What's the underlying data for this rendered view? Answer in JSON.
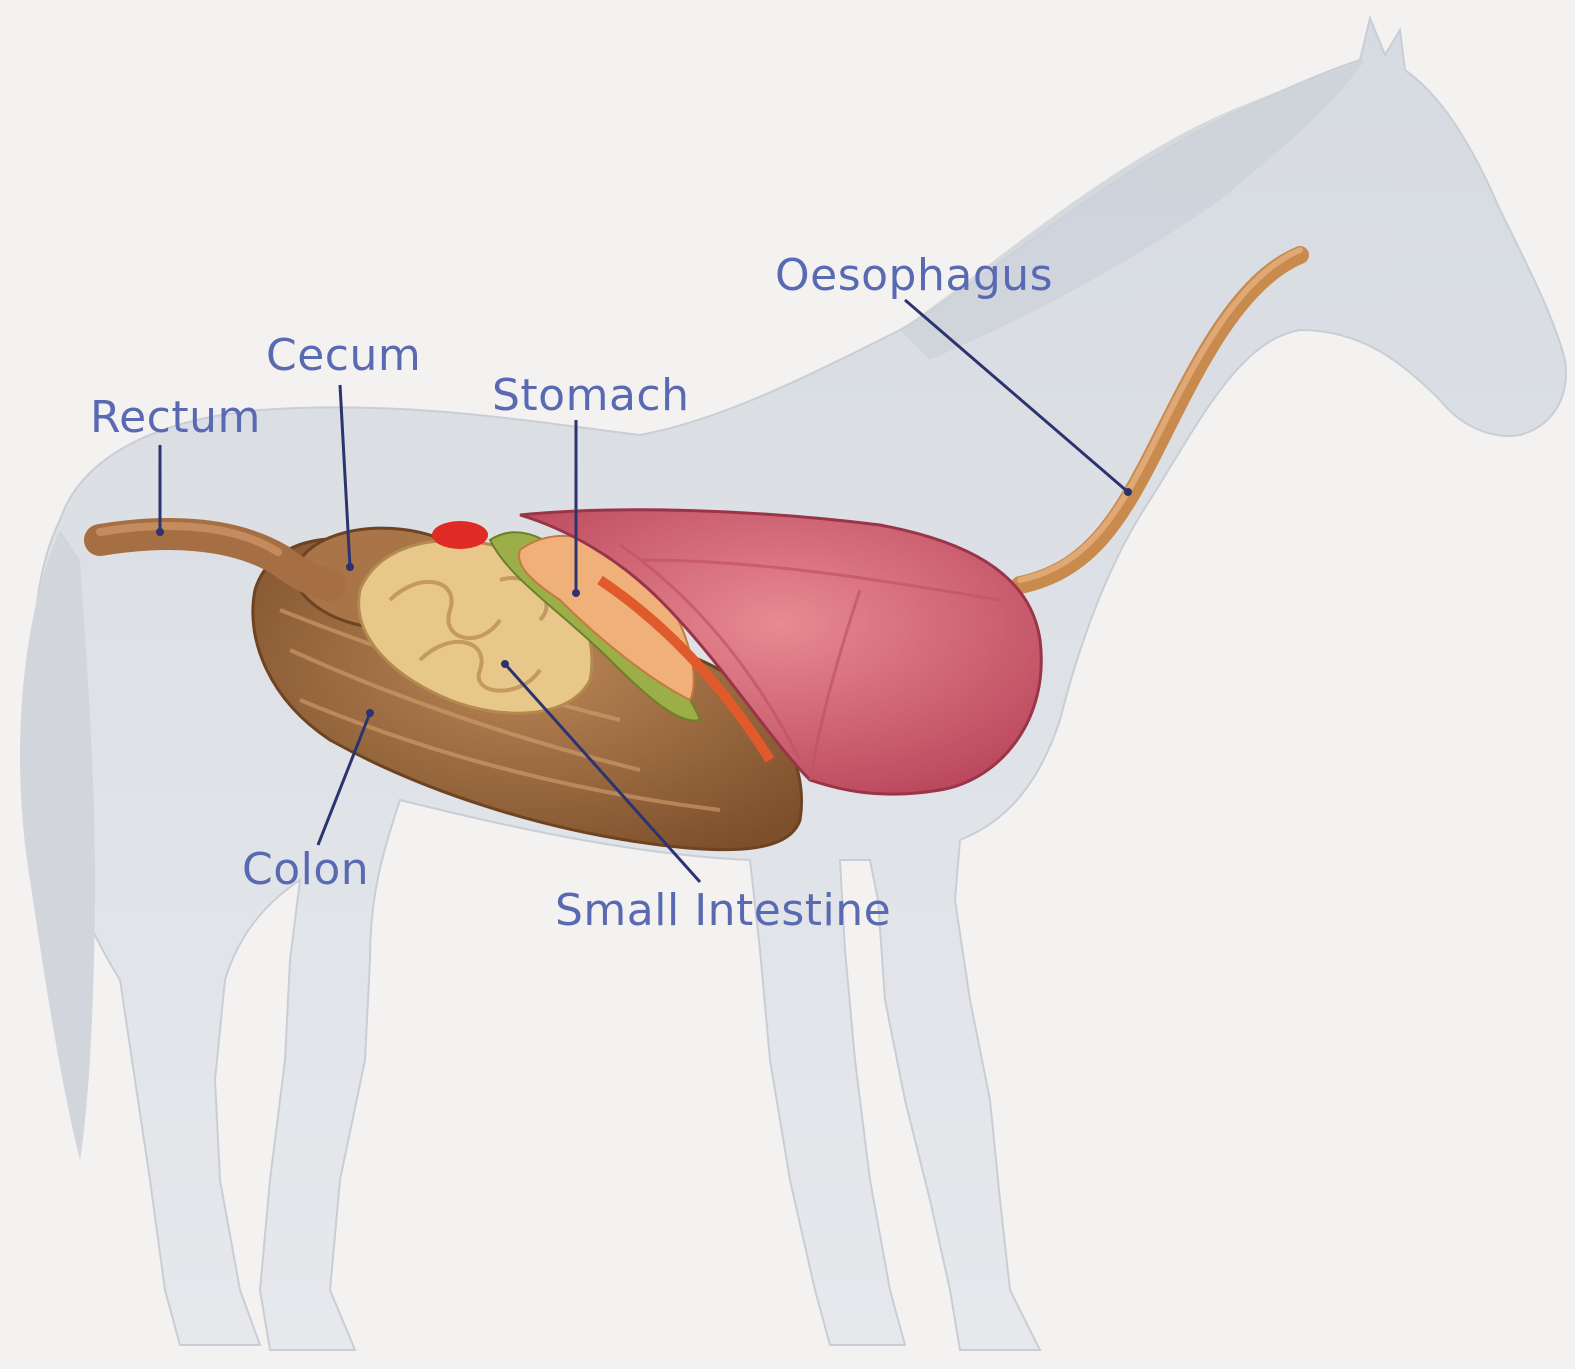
{
  "labels": {
    "oesophagus": "Oesophagus",
    "cecum": "Cecum",
    "stomach": "Stomach",
    "rectum": "Rectum",
    "colon": "Colon",
    "small_intestine": "Small Intestine"
  },
  "colors": {
    "background": "#f3f2f0",
    "horse_body": "#dde1e6",
    "label_text": "#5a6ab2",
    "leader_line": "#2c3470",
    "oesophagus": "#c98a4e",
    "stomach": "#d8656f",
    "small_intestine": "#e8c88a",
    "colon": "#9c6a3f",
    "cecum": "#a87448",
    "rectum": "#a66e43"
  }
}
